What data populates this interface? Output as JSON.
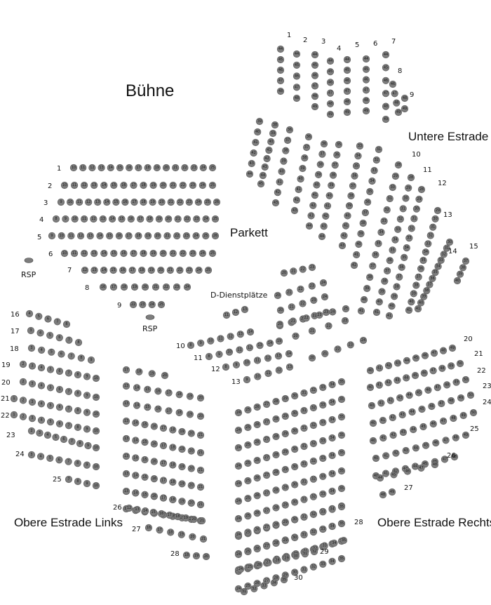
{
  "labels": {
    "stage": "Bühne",
    "parkett": "Parkett",
    "untere_estrade": "Untere Estrade",
    "obere_links": "Obere Estrade Links",
    "obere_rechts": "Obere Estrade Rechts",
    "dienst": "D-Dienstplätze",
    "rsp": "RSP"
  },
  "colors": {
    "seat_fill": "#7d7d7d",
    "seat_stroke": "#5c5c5c",
    "text": "#111111"
  },
  "blocks": [
    {
      "id": "parkett-1",
      "row": "1",
      "first": 10,
      "count": 16
    },
    {
      "id": "parkett-2",
      "row": "2",
      "first": 10,
      "count": 16
    },
    {
      "id": "parkett-3",
      "row": "3",
      "first": 9,
      "count": 18
    },
    {
      "id": "parkett-4",
      "row": "4",
      "first": 8,
      "count": 18
    },
    {
      "id": "parkett-5",
      "row": "5",
      "first": 9,
      "count": 18
    },
    {
      "id": "parkett-6",
      "row": "6",
      "first": 10,
      "count": 16
    },
    {
      "id": "parkett-7",
      "row": "7",
      "first": 12,
      "count": 14
    },
    {
      "id": "parkett-8",
      "row": "8",
      "first": 16,
      "count": 9
    },
    {
      "id": "parkett-9",
      "row": "9",
      "first": 22,
      "count": 4
    },
    {
      "id": "dienst-10",
      "row": "10",
      "first": 8,
      "count": 7
    },
    {
      "id": "dienst-11",
      "row": "11",
      "first": 8,
      "count": 7
    },
    {
      "id": "dienst-12",
      "row": "12",
      "first": 8,
      "count": 7
    },
    {
      "id": "dienst-13",
      "row": "13",
      "first": 9,
      "count": 5
    },
    {
      "id": "dienst-a",
      "row": "",
      "first": 11,
      "count": 3
    },
    {
      "id": "dienst-b",
      "row": "",
      "first": 20,
      "count": 4
    },
    {
      "id": "dienst-c",
      "row": "",
      "first": 20,
      "count": 5
    },
    {
      "id": "dienst-d",
      "row": "",
      "first": 20,
      "count": 5
    },
    {
      "id": "dienst-e",
      "row": "",
      "first": 19,
      "count": 5
    },
    {
      "id": "dienst-f",
      "row": "",
      "first": 19,
      "count": 5
    },
    {
      "id": "dienst-g",
      "row": "",
      "first": 20,
      "count": 6
    },
    {
      "id": "dienst-h",
      "row": "",
      "first": 20,
      "count": 5
    },
    {
      "id": "links-16",
      "row": "16",
      "first": 4,
      "count": 5
    },
    {
      "id": "links-17",
      "row": "17",
      "first": 3,
      "count": 6
    },
    {
      "id": "links-18",
      "row": "18",
      "first": 3,
      "count": 7
    },
    {
      "id": "links-19",
      "row": "19",
      "first": 2,
      "count": 9
    },
    {
      "id": "links-20",
      "row": "20",
      "first": 2,
      "count": 9
    },
    {
      "id": "links-21",
      "row": "21",
      "first": 1,
      "count": 10
    },
    {
      "id": "links-22",
      "row": "22",
      "first": 1,
      "count": 10
    },
    {
      "id": "links-23",
      "row": "23",
      "first": 2,
      "count": 9
    },
    {
      "id": "links-24",
      "row": "24",
      "first": 3,
      "count": 8
    },
    {
      "id": "links-25",
      "row": "25",
      "first": 7,
      "count": 4
    },
    {
      "id": "lmid-1",
      "row": "",
      "first": 17,
      "count": 4
    },
    {
      "id": "lmid-2",
      "row": "",
      "first": 13,
      "count": 8
    },
    {
      "id": "lmid-3",
      "row": "",
      "first": 13,
      "count": 8
    },
    {
      "id": "lmid-4",
      "row": "",
      "first": 13,
      "count": 9
    },
    {
      "id": "lmid-5",
      "row": "",
      "first": 13,
      "count": 9
    },
    {
      "id": "lmid-6",
      "row": "",
      "first": 13,
      "count": 9
    },
    {
      "id": "lmid-7",
      "row": "",
      "first": 13,
      "count": 9
    },
    {
      "id": "lmid-8",
      "row": "",
      "first": 13,
      "count": 9
    },
    {
      "id": "lmid-9",
      "row": "",
      "first": 13,
      "count": 9
    },
    {
      "id": "lmid-10",
      "row": "",
      "first": 13,
      "count": 9
    },
    {
      "id": "lmid-26",
      "row": "26",
      "first": 12,
      "count": 10
    },
    {
      "id": "lmid-27",
      "row": "27",
      "first": 16,
      "count": 6
    },
    {
      "id": "lmid-28",
      "row": "28",
      "first": 18,
      "count": 3
    },
    {
      "id": "center-1",
      "row": "",
      "first": 24,
      "count": 12
    },
    {
      "id": "center-2",
      "row": "",
      "first": 24,
      "count": 12
    },
    {
      "id": "center-3",
      "row": "",
      "first": 24,
      "count": 12
    },
    {
      "id": "center-4",
      "row": "",
      "first": 24,
      "count": 12
    },
    {
      "id": "center-5",
      "row": "",
      "first": 24,
      "count": 12
    },
    {
      "id": "center-6",
      "row": "",
      "first": 24,
      "count": 12
    },
    {
      "id": "center-7",
      "row": "",
      "first": 24,
      "count": 12
    },
    {
      "id": "center-8",
      "row": "",
      "first": 24,
      "count": 12
    },
    {
      "id": "center-9",
      "row": "",
      "first": 24,
      "count": 12
    },
    {
      "id": "center-10",
      "row": "",
      "first": 24,
      "count": 12
    },
    {
      "id": "center-11",
      "row": "",
      "first": 24,
      "count": 12
    },
    {
      "id": "center-12",
      "row": "",
      "first": 24,
      "count": 12
    },
    {
      "id": "center-13",
      "row": "",
      "first": 24,
      "count": 12
    },
    {
      "id": "center-28",
      "row": "28",
      "first": 24,
      "count": 12
    },
    {
      "id": "center-29",
      "row": "29",
      "first": 24,
      "count": 9
    },
    {
      "id": "center-30",
      "row": "30",
      "first": 31,
      "count": 5
    },
    {
      "id": "rechts-20",
      "row": "20",
      "first": 40,
      "count": 10
    },
    {
      "id": "rechts-21",
      "row": "21",
      "first": 40,
      "count": 11
    },
    {
      "id": "rechts-22",
      "row": "22",
      "first": 40,
      "count": 11
    },
    {
      "id": "rechts-23",
      "row": "23",
      "first": 40,
      "count": 11
    },
    {
      "id": "rechts-24",
      "row": "24",
      "first": 40,
      "count": 11
    },
    {
      "id": "rechts-25",
      "row": "25",
      "first": 40,
      "count": 10
    },
    {
      "id": "rechts-26",
      "row": "26",
      "first": 40,
      "count": 9
    },
    {
      "id": "rechts-26b",
      "row": "",
      "first": 44,
      "count": 5
    },
    {
      "id": "rechts-27",
      "row": "27",
      "first": 48,
      "count": 2
    },
    {
      "id": "ue-1",
      "row": "1",
      "first": 44,
      "count": 5
    },
    {
      "id": "ue-2",
      "row": "2",
      "first": 44,
      "count": 5
    },
    {
      "id": "ue-3",
      "row": "3",
      "first": 44,
      "count": 6
    },
    {
      "id": "ue-4",
      "row": "4",
      "first": 44,
      "count": 6
    },
    {
      "id": "ue-5",
      "row": "5",
      "first": 44,
      "count": 6
    },
    {
      "id": "ue-6",
      "row": "6",
      "first": 44,
      "count": 6
    },
    {
      "id": "ue-7",
      "row": "7",
      "first": 44,
      "count": 6
    },
    {
      "id": "ue-8",
      "row": "8",
      "first": 46,
      "count": 4
    },
    {
      "id": "ue-9",
      "row": "9",
      "first": 48,
      "count": 2
    },
    {
      "id": "ue-l1",
      "row": "",
      "first": 39,
      "count": 6
    },
    {
      "id": "ue-l2",
      "row": "",
      "first": 38,
      "count": 8
    },
    {
      "id": "ue-l3",
      "row": "",
      "first": 36,
      "count": 8
    },
    {
      "id": "ue-l4",
      "row": "",
      "first": 36,
      "count": 8
    },
    {
      "id": "ue-l5",
      "row": "",
      "first": 36,
      "count": 9
    },
    {
      "id": "ue-l6",
      "row": "",
      "first": 35,
      "count": 10
    },
    {
      "id": "ue-l7",
      "row": "",
      "first": 33,
      "count": 11
    },
    {
      "id": "ue-l8",
      "row": "",
      "first": 31,
      "count": 12
    },
    {
      "id": "ue-10",
      "row": "10",
      "first": 28,
      "count": 14
    },
    {
      "id": "ue-11",
      "row": "11",
      "first": 28,
      "count": 14
    },
    {
      "id": "ue-12",
      "row": "12",
      "first": 28,
      "count": 14
    },
    {
      "id": "ue-13",
      "row": "13",
      "first": 29,
      "count": 13
    },
    {
      "id": "ue-14",
      "row": "14",
      "first": 30,
      "count": 12
    },
    {
      "id": "ue-15",
      "row": "15",
      "first": 37,
      "count": 4
    }
  ]
}
